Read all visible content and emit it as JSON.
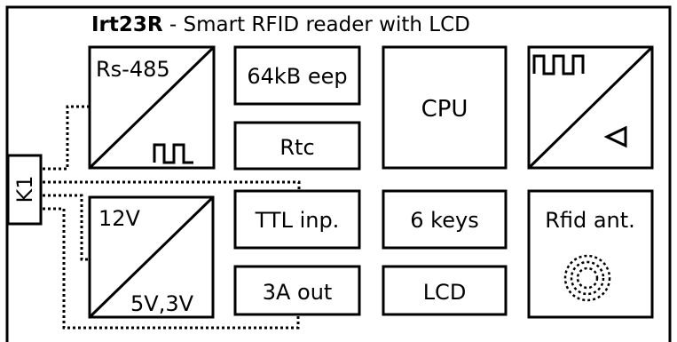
{
  "title": {
    "bold": "Irt23R",
    "rest": " - Smart RFID reader with LCD"
  },
  "connector": {
    "label": "K1"
  },
  "blocks": {
    "rs485": {
      "label": "Rs-485",
      "icon": "square-wave-icon"
    },
    "power": {
      "input_label": "12V",
      "output_label": "5V,3V"
    },
    "eeprom": {
      "label": "64kB eep"
    },
    "rtc": {
      "label": "Rtc"
    },
    "ttl_input": {
      "label": "TTL inp."
    },
    "output_3a": {
      "label": "3A out"
    },
    "cpu": {
      "label": "CPU"
    },
    "keys": {
      "label": "6 keys"
    },
    "lcd": {
      "label": "LCD"
    },
    "dac": {
      "input_icon": "square-wave-icon",
      "output_icon": "triangle-icon"
    },
    "rfid_antenna": {
      "label": "Rfid ant.",
      "icon": "antenna-coil-icon"
    }
  },
  "colors": {
    "line": "#000000",
    "background": "#ffffff"
  }
}
